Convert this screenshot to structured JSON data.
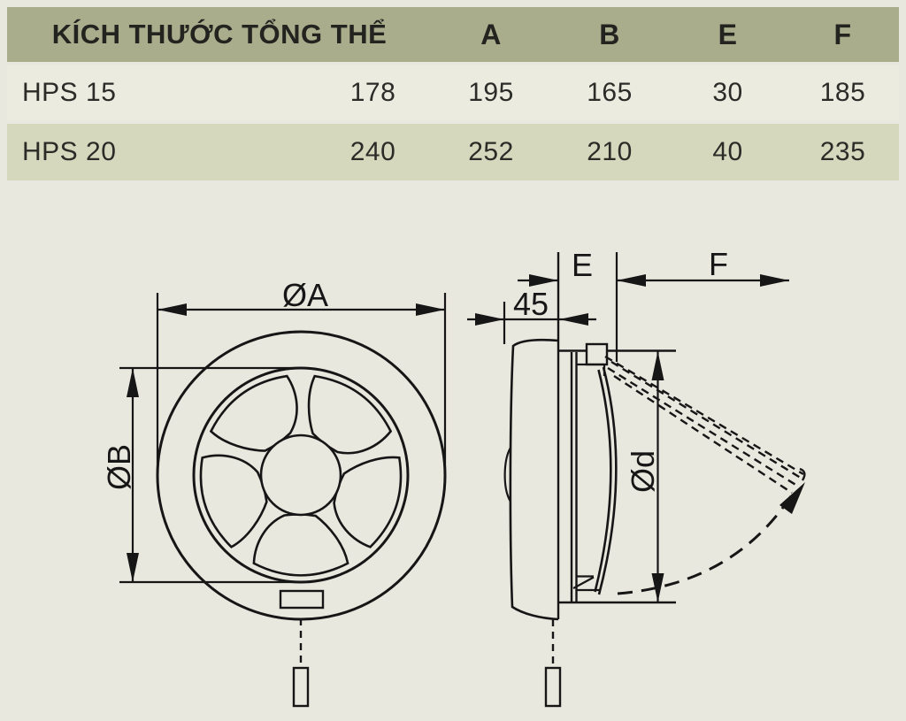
{
  "table": {
    "title": "KÍCH THƯỚC TỔNG THỂ",
    "columns": {
      "a": "A",
      "b": "B",
      "e": "E",
      "f": "F"
    },
    "rows": [
      {
        "model": "HPS 15",
        "values": [
          "178",
          "195",
          "165",
          "30",
          "185"
        ]
      },
      {
        "model": "HPS 20",
        "values": [
          "240",
          "252",
          "210",
          "40",
          "235"
        ]
      }
    ]
  },
  "drawing": {
    "front": {
      "width_label": "ØA",
      "height_label": "ØB"
    },
    "side": {
      "depth_label": "45",
      "e_label": "E",
      "f_label": "F",
      "diameter_label": "Ød"
    }
  },
  "colors": {
    "header_bg": "#a9ad8c",
    "row_bg": "#ebebe0",
    "row_alt_bg": "#d5d8bc",
    "page_bg": "#e9e8df",
    "line": "#161616"
  }
}
